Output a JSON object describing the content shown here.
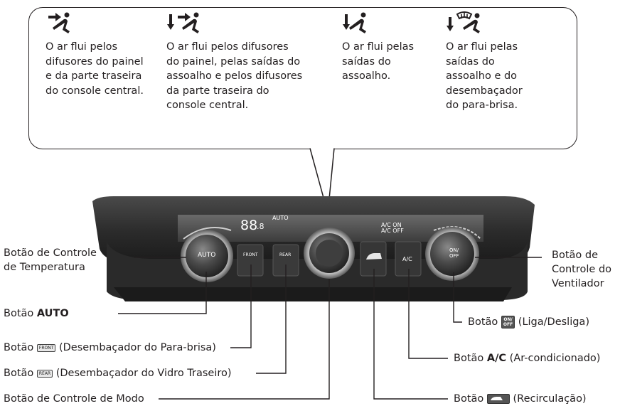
{
  "modes": [
    {
      "icon": "vent-panel-icon",
      "text": "O ar flui pelos\ndifusores do painel\ne da parte traseira\ndo console central."
    },
    {
      "icon": "vent-bilevel-icon",
      "text": "O ar flui pelos difusores\ndo painel, pelas saídas do\nassoalho e pelos difusores\nda parte traseira do\nconsole central."
    },
    {
      "icon": "vent-floor-icon",
      "text": "O ar flui pelas\nsaídas do\nassoalho."
    },
    {
      "icon": "vent-floor-defrost-icon",
      "text": "O ar flui pelas\nsaídas do\nassoalho e do\ndesembaçador\ndo para-brisa."
    }
  ],
  "panel": {
    "temp": "88",
    "temp_decimal": ".8",
    "auto_indicator": "AUTO",
    "ac_on": "A/C ON",
    "ac_off": "A/C OFF",
    "auto_button": "AUTO",
    "front_button": "FRONT",
    "rear_button": "REAR",
    "ac_button": "A/C",
    "fan_button": "ON/\nOFF"
  },
  "labels": {
    "temp_control": "Botão de Controle\nde Temperatura",
    "fan_control": "Botão de\nControle do\nVentilador",
    "auto_prefix": "Botão ",
    "auto_bold": "AUTO",
    "power_prefix": "Botão ",
    "power_icon": "ON/\nOFF",
    "power_suffix": " (Liga/Desliga)",
    "front_prefix": "Botão ",
    "front_icon": "FRONT",
    "front_suffix": " (Desembaçador do Para-brisa)",
    "ac_prefix": "Botão ",
    "ac_bold": "A/C",
    "ac_suffix": " (Ar-condicionado)",
    "rear_prefix": "Botão ",
    "rear_icon": "REAR",
    "rear_suffix": " (Desembaçador do Vidro Traseiro)",
    "mode_control": "Botão de Controle de Modo",
    "recirc_prefix": "Botão ",
    "recirc_suffix": " (Recirculação)"
  }
}
